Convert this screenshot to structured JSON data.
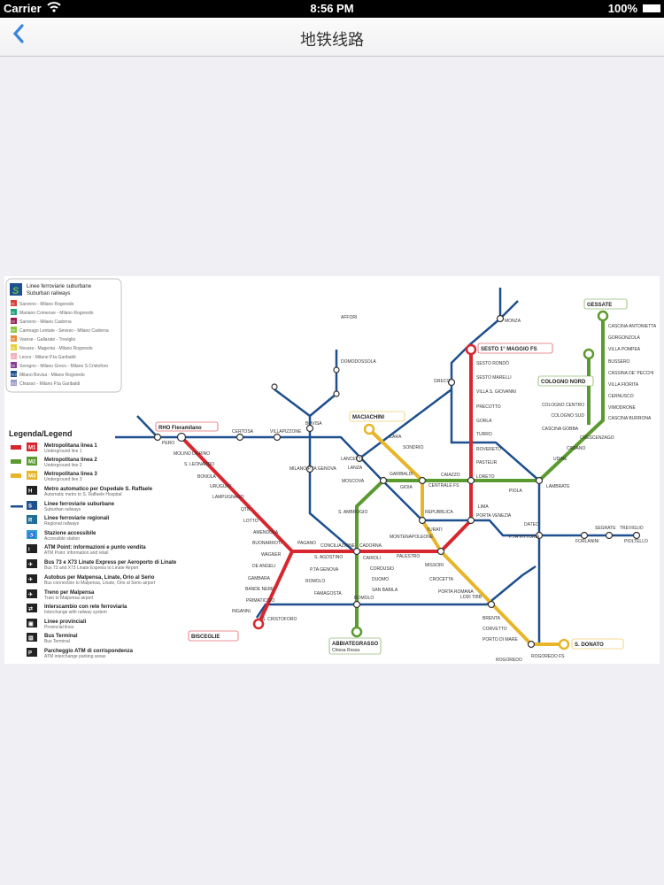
{
  "status_bar": {
    "carrier": "Carrier",
    "time": "8:56 PM",
    "battery": "100%"
  },
  "nav": {
    "back_icon": "chevron-left-icon",
    "title": "地铁线路"
  },
  "map": {
    "suburban_box": {
      "title": "Linee ferroviarie suburbane",
      "subtitle": "Suburban railways",
      "items": [
        {
          "code": "S1",
          "label": "Saronno - Milano Rogoredo",
          "color": "#d9403a"
        },
        {
          "code": "S2",
          "label": "Mariano Comense - Milano Rogoredo",
          "color": "#1fa37c"
        },
        {
          "code": "S3",
          "label": "Saronno - Milano Cadorna",
          "color": "#9a1f4f"
        },
        {
          "code": "S4",
          "label": "Camnago Lentate - Seveso - Milano Cadorna",
          "color": "#8cc63f"
        },
        {
          "code": "S5",
          "label": "Varese - Gallarate - Treviglio",
          "color": "#e8883a"
        },
        {
          "code": "S6",
          "label": "Novara - Magenta - Milano Rogoredo",
          "color": "#e8cf3a"
        },
        {
          "code": "S7",
          "label": "Lecco - Milano P.ta Garibaldi",
          "color": "#f2b0b8"
        },
        {
          "code": "S9",
          "label": "Seregno - Milano Greco - Milano S.Cristoforo",
          "color": "#8a3d96"
        },
        {
          "code": "S10",
          "label": "Milano Bovisa - Milano Rogoredo",
          "color": "#1e4f8f"
        },
        {
          "code": "S11",
          "label": "Chiasso - Milano P.ta Garibaldi",
          "color": "#9a9ac8"
        }
      ]
    },
    "legend": {
      "title": "Legenda/Legend",
      "items": [
        {
          "badge": "M1",
          "label": "Metropolitana linea 1",
          "sub": "Underground line 1",
          "color": "#d7262e"
        },
        {
          "badge": "M2",
          "label": "Metropolitana linea 2",
          "sub": "Underground line 2",
          "color": "#5b9a2f"
        },
        {
          "badge": "M3",
          "label": "Metropolitana linea 3",
          "sub": "Underground line 3",
          "color": "#e8b52a"
        },
        {
          "badge": "H",
          "label": "Metro automatico per Ospedale S. Raffaele",
          "sub": "Automatic metro to S. Raffaele Hospital",
          "color": "#222222"
        },
        {
          "badge": "S",
          "label": "Linee ferroviarie suburbane",
          "sub": "Suburban railways",
          "color": "#1e4f8f"
        },
        {
          "badge": "R",
          "label": "Linee ferroviarie regionali",
          "sub": "Regional railways",
          "color": "#1e6e9a"
        },
        {
          "badge": "♿",
          "label": "Stazione accessibile",
          "sub": "Accessible station",
          "color": "#2a9fd6"
        },
        {
          "badge": "i",
          "label": "ATM Point: informazioni e punto vendita",
          "sub": "ATM Point: information and retail",
          "color": "#222222"
        },
        {
          "badge": "✈",
          "label": "Bus 73 e X73 Linate Express per Aeroporto di Linate",
          "sub": "Bus 73 and X73 Linate Express to Linate Airport",
          "color": "#222222"
        },
        {
          "badge": "✈",
          "label": "Autobus per Malpensa, Linate, Orio al Serio",
          "sub": "Bus connection to Malpensa, Linate, Orio al Serio airport",
          "color": "#222222"
        },
        {
          "badge": "✈",
          "label": "Treno per Malpensa",
          "sub": "Train to Malpensa airport",
          "color": "#222222"
        },
        {
          "badge": "⇄",
          "label": "Interscambio con rete ferroviaria",
          "sub": "Interchange with railway system",
          "color": "#222222"
        },
        {
          "badge": "▣",
          "label": "Linee provinciali",
          "sub": "Provincial lines",
          "color": "#222222"
        },
        {
          "badge": "▤",
          "label": "Bus Terminal",
          "sub": "Bus Terminal",
          "color": "#222222"
        },
        {
          "badge": "P",
          "label": "Parcheggio ATM di corrispondenza",
          "sub": "ATM interchange parking areas",
          "color": "#222222"
        }
      ]
    },
    "terminals": {
      "rho": "RHO Fieramilano",
      "bisceglie": "BISCEGLIE",
      "sesto": "SESTO 1° MAGGIO FS",
      "gessate": "GESSATE",
      "cologno": "COLOGNO NORD",
      "comasina": "MACIACHINI",
      "abbiategrasso": "ABBIATEGRASSO",
      "abbiategrasso_sub": "Chiesa Rossa",
      "sdonato": "S. DONATO",
      "rogoredo": "ROGOREDO FS"
    },
    "stations": {
      "m1_west": [
        "PERO",
        "MOLINO DORINO",
        "S. LEONARDO",
        "BONOLA",
        "URUGUAY",
        "LAMPUGNANO",
        "QT8",
        "LOTTO",
        "AMENDOLA",
        "BUONARROTI"
      ],
      "m1_south": [
        "WAGNER",
        "DE ANGELI",
        "GAMBARA",
        "BANDE NERE",
        "PRIMATICCIO",
        "INGANNI"
      ],
      "m1_center": [
        "PAGANO",
        "CONCILIAZIONE",
        "CADORNA",
        "CAIROLI",
        "CORDUSIO",
        "DUOMO",
        "SAN BABILA",
        "PALESTRO",
        "PORTA VENEZIA",
        "LIMA"
      ],
      "m1_north": [
        "SESTO RONDÒ",
        "SESTO MARELLI",
        "VILLA S. GIOVANNI",
        "PRECOTTO",
        "GORLA",
        "TURRO",
        "ROVERETO",
        "PASTEUR",
        "LORETO"
      ],
      "m2": [
        "GARIBALDI",
        "GIOIA",
        "CENTRALE FS",
        "CAIAZZO",
        "PIOLA",
        "LAMBRATE",
        "UDINE",
        "CIMIANO",
        "CRESCENZAGO",
        "CASCINA GOBBA",
        "LANZA",
        "MOSCOVA",
        "S. AMBROGIO",
        "S. AGOSTINO",
        "P.TA GENOVA",
        "ROMOLO",
        "FAMAGOSTA"
      ],
      "m2_branches": [
        "CASCINA ANTONIETTA",
        "GORGONZOLA",
        "VILLA POMPEA",
        "BUSSERO",
        "CASSINA DE' PECCHI",
        "VILLA FIORITA",
        "CERNUSCO",
        "VIMODRONE",
        "CASCINA BURRONA",
        "COLOGNO CENTRO",
        "COLOGNO SUD"
      ],
      "m3": [
        "ZARA",
        "SONDRIO",
        "REPUBBLICA",
        "TURATI",
        "MONTENAPOLEONE",
        "MISSORI",
        "CROCETTA",
        "PORTA ROMANA",
        "LODI TIBB",
        "BRENTA",
        "CORVETTO",
        "PORTO DI MARE"
      ],
      "rail": [
        "BOVISA",
        "CERTOSA",
        "VILLAPIZZONE",
        "AFFORI",
        "DOMODOSSOLA",
        "LANCETTI",
        "GRECO",
        "MONZA",
        "DATEO",
        "P.TA VITTORIA",
        "FORLANINI",
        "SEGRATE",
        "PIOLTELLO",
        "TREVIGLIO",
        "S. CRISTOFORO",
        "ROMOLO",
        "ROGOREDO",
        "MILANO P.TA GENOVA"
      ]
    },
    "colors": {
      "m1": "#d7262e",
      "m2": "#5b9a2f",
      "m3": "#e8b52a",
      "suburban": "#1e4f8f"
    }
  }
}
